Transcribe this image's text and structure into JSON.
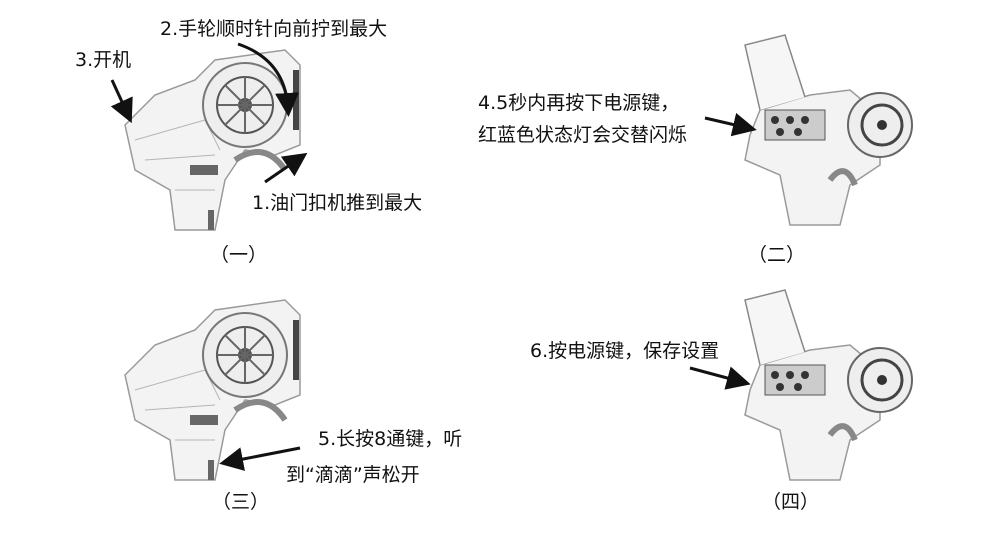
{
  "panels": [
    {
      "caption": "（一）",
      "steps": [
        "2.手轮顺时针向前拧到最大",
        "3.开机",
        "1.油门扣机推到最大"
      ]
    },
    {
      "caption": "（二）",
      "steps": [
        "4.5秒内再按下电源键，",
        "红蓝色状态灯会交替闪烁"
      ]
    },
    {
      "caption": "（三）",
      "steps": [
        "5.长按8通键，听",
        "到“滴滴”声松开"
      ]
    },
    {
      "caption": "（四）",
      "steps": [
        "6.按电源键，保存设置"
      ]
    }
  ],
  "colors": {
    "line": "#9a9a9a",
    "fill": "#f2f2f2",
    "text": "#111111",
    "arrow": "#111111"
  }
}
